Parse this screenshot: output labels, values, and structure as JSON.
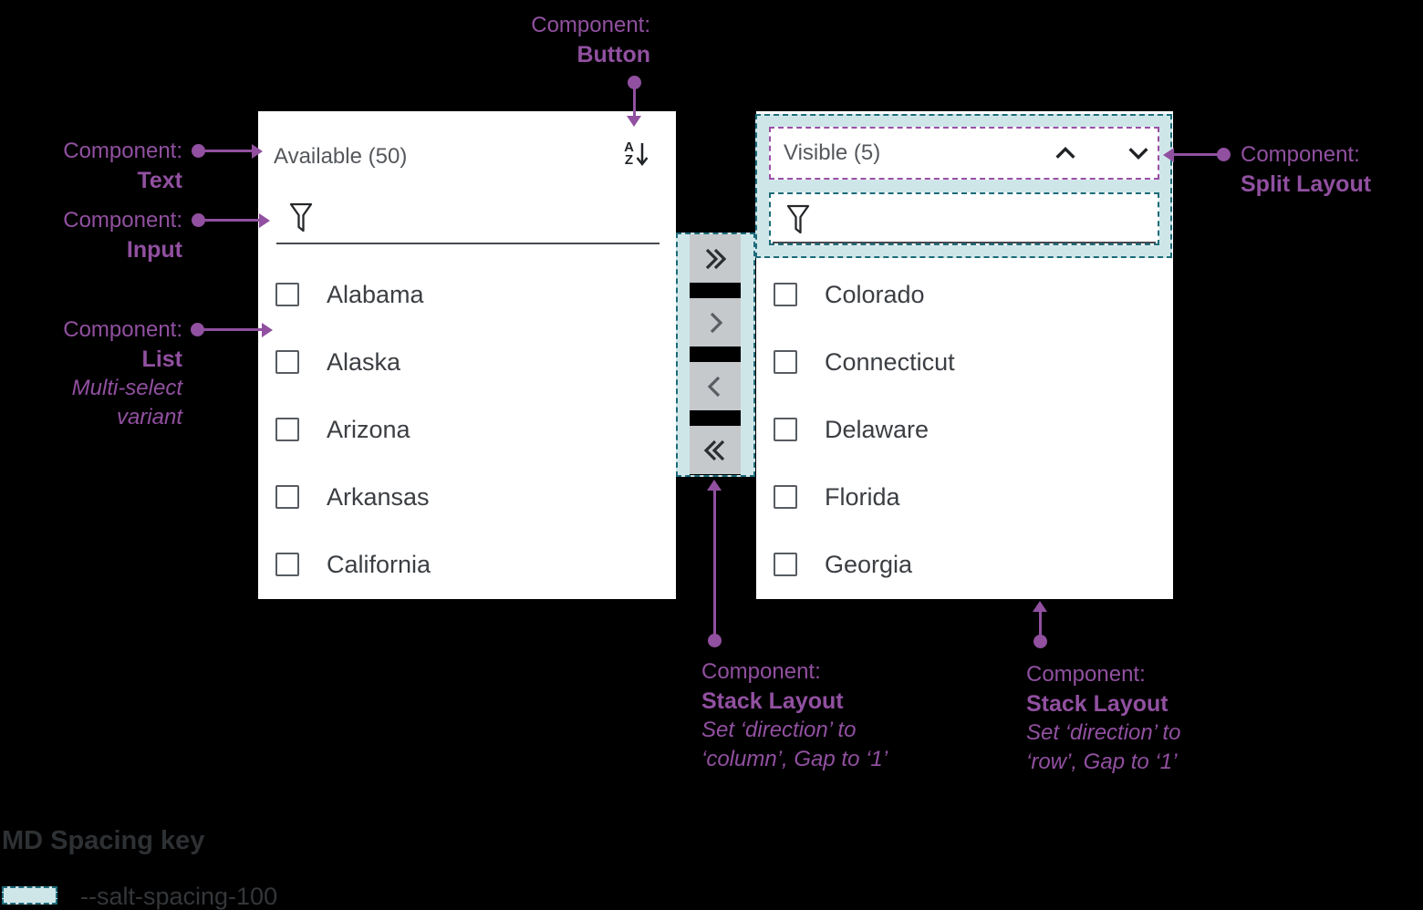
{
  "annotations": {
    "button": {
      "prefix": "Component:",
      "name": "Button"
    },
    "text": {
      "prefix": "Component:",
      "name": "Text"
    },
    "input": {
      "prefix": "Component:",
      "name": "Input"
    },
    "list": {
      "prefix": "Component:",
      "name": "List",
      "note1": "Multi-select",
      "note2": "variant"
    },
    "split": {
      "prefix": "Component:",
      "name": "Split Layout"
    },
    "stack_column": {
      "prefix": "Component:",
      "name": "Stack Layout",
      "note1": "Set ‘direction’ to",
      "note2": "‘column’, Gap to ‘1’"
    },
    "stack_row": {
      "prefix": "Component:",
      "name": "Stack Layout",
      "note1": "Set ‘direction’ to",
      "note2": "‘row’, Gap to ‘1’"
    }
  },
  "left_panel": {
    "title": "Available (50)",
    "sort_letter_top": "A",
    "sort_letter_bottom": "Z",
    "items": [
      {
        "label": "Alabama",
        "checked": false
      },
      {
        "label": "Alaska",
        "checked": false
      },
      {
        "label": "Arizona",
        "checked": false
      },
      {
        "label": "Arkansas",
        "checked": false
      },
      {
        "label": "California",
        "checked": false
      }
    ]
  },
  "right_panel": {
    "title": "Visible (5)",
    "items": [
      {
        "label": "Colorado",
        "checked": false
      },
      {
        "label": "Connecticut",
        "checked": false
      },
      {
        "label": "Delaware",
        "checked": false
      },
      {
        "label": "Florida",
        "checked": false
      },
      {
        "label": "Georgia",
        "checked": false
      }
    ]
  },
  "transfer_buttons": [
    {
      "icon": "double-chevron-right-icon",
      "action": "move-all-right"
    },
    {
      "icon": "chevron-right-icon",
      "action": "move-selected-right"
    },
    {
      "icon": "chevron-left-icon",
      "action": "move-selected-left"
    },
    {
      "icon": "double-chevron-left-icon",
      "action": "move-all-left"
    }
  ],
  "icons": {
    "left_header": "sort-az-descending-icon",
    "filter": "funnel-icon",
    "right_header_up": "chevron-up-icon",
    "right_header_down": "chevron-down-icon"
  },
  "spacing_key": {
    "title": "MD Spacing key",
    "entries": [
      {
        "token": "--salt-spacing-100"
      }
    ]
  },
  "colors": {
    "annotation_purple": "#9150a0",
    "purple_dashed_border": "#9b50a5",
    "spacing_teal_border": "#1d6b7a",
    "spacing_teal_fill": "#cfe6e9",
    "button_gray": "#c6c9cb",
    "panel_bg": "#ffffff",
    "page_bg": "#000000",
    "title_gray": "#55585c",
    "item_text": "#3b3e42"
  }
}
